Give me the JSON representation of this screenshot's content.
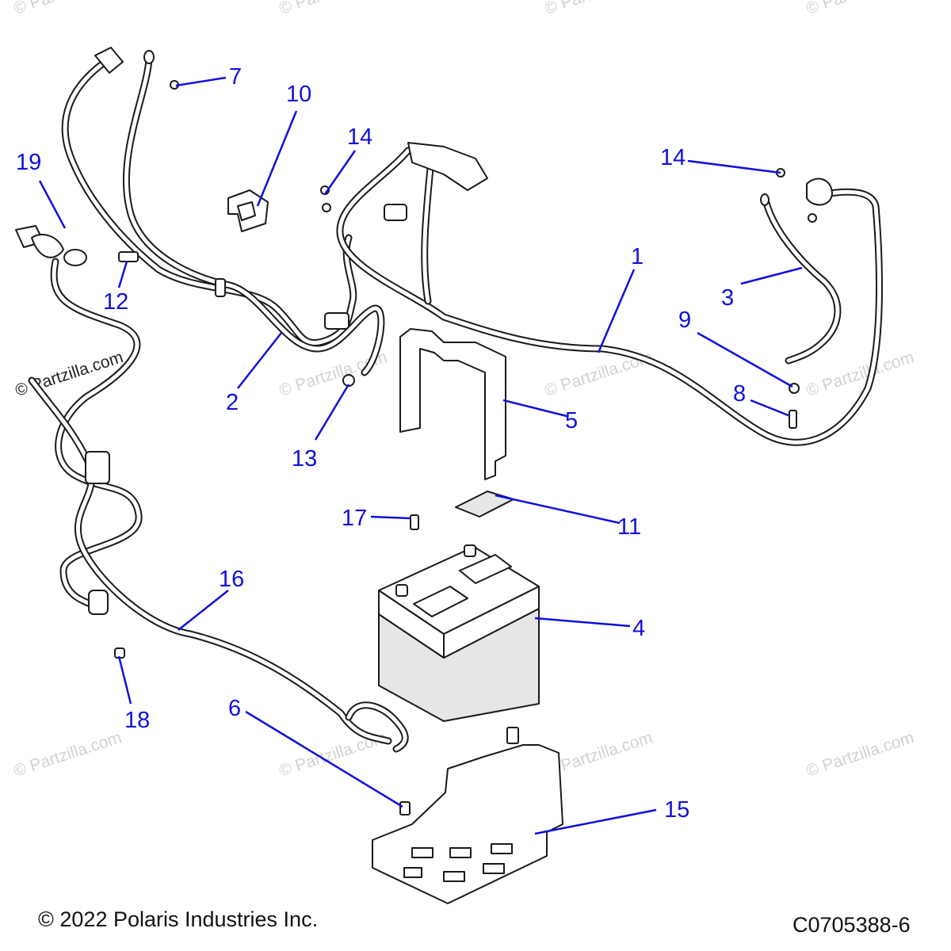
{
  "watermark": "© Partzilla.com",
  "copyright": "© 2022 Polaris Industries Inc.",
  "diagram_code": "C0705388-6",
  "callouts": {
    "c1": "1",
    "c2": "2",
    "c3": "3",
    "c4": "4",
    "c5": "5",
    "c6": "6",
    "c7": "7",
    "c8": "8",
    "c9": "9",
    "c10": "10",
    "c11": "11",
    "c12": "12",
    "c13": "13",
    "c14a": "14",
    "c14b": "14",
    "c15": "15",
    "c16": "16",
    "c17": "17",
    "c18": "18",
    "c19": "19"
  }
}
